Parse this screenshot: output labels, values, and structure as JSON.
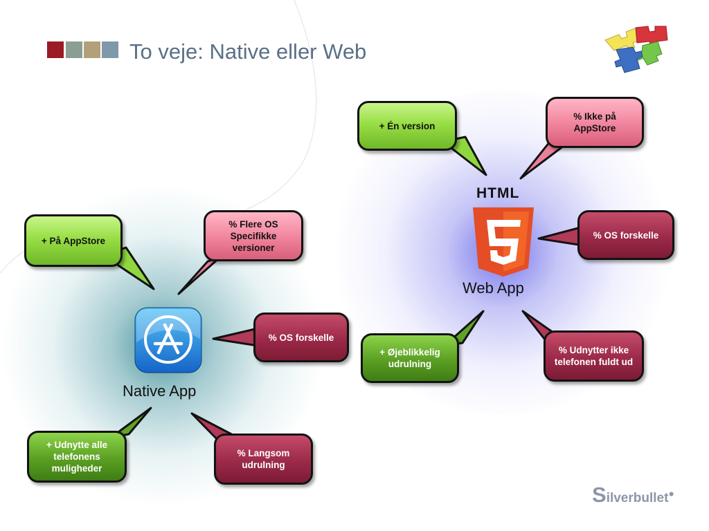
{
  "title": "To veje: Native eller Web",
  "colors": {
    "square_1": "#9b1a24",
    "square_2": "#8b9e93",
    "square_3": "#b1a07a",
    "square_4": "#7e99a8",
    "title_text": "#5a6f86"
  },
  "native": {
    "label": "Native App",
    "icon": "app-store-icon",
    "pros": [
      "+ På AppStore",
      "+ Udnytte alle telefonens muligheder"
    ],
    "cons": [
      "% Flere OS Specifikke versioner",
      "% OS forskelle",
      "% Langsom udrulning"
    ]
  },
  "web": {
    "label": "Web App",
    "icon": "html5-logo-icon",
    "logo_text": "HTML",
    "logo_number": "5",
    "pros": [
      "+ Én version",
      "+ Øjeblikkelig udrulning"
    ],
    "cons": [
      "% Ikke på AppStore",
      "% OS forskelle",
      "% Udnytter ikke telefonen fuldt ud"
    ]
  },
  "brand": {
    "initial": "S",
    "rest": "ilverbullet"
  }
}
